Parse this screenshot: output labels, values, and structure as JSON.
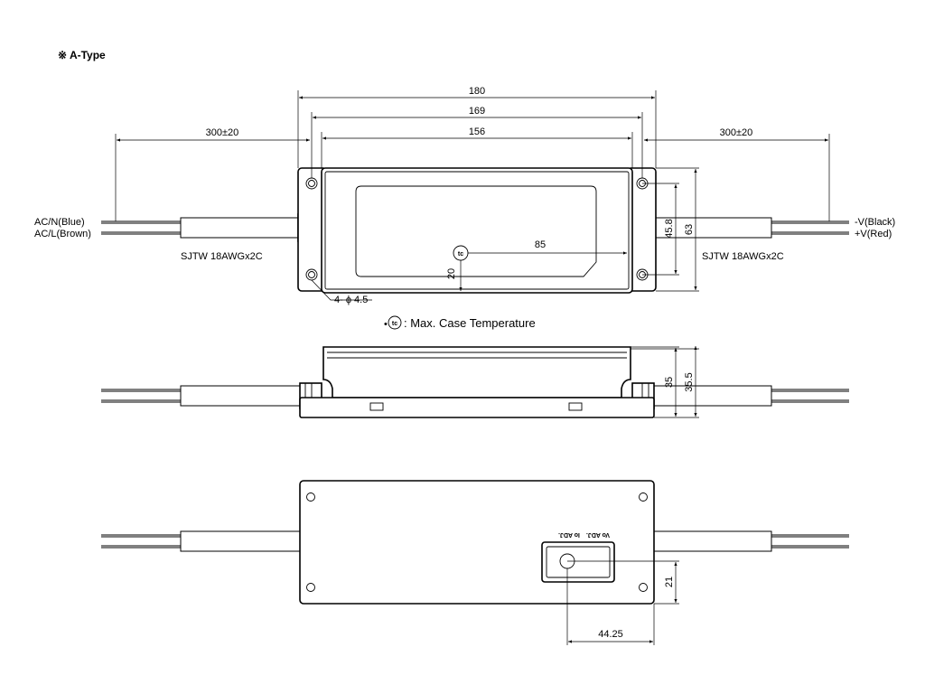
{
  "title": "※ A-Type",
  "top_view": {
    "dim_total": "180",
    "dim_holes": "169",
    "dim_body": "156",
    "cable_left": "300±20",
    "cable_right": "300±20",
    "height_outer": "63",
    "height_holes": "45.8",
    "tc_x": "85",
    "tc_y": "20",
    "hole_note": "4- ϕ 4.5",
    "input_n": "AC/N(Blue)",
    "input_l": "AC/L(Brown)",
    "output_neg": "-V(Black)",
    "output_pos": "+V(Red)",
    "cable_spec_left": "SJTW 18AWGx2C",
    "cable_spec_right": "SJTW 18AWGx2C",
    "tc_symbol": "tc",
    "tc_note_bullet": "•",
    "tc_note": ": Max. Case Temperature"
  },
  "side_view": {
    "height_body": "35",
    "height_total": "35.5"
  },
  "bottom_view": {
    "label_io": "Io ADJ.",
    "label_vo": "Vo ADJ.",
    "dim_x": "44.25",
    "dim_y": "21"
  }
}
